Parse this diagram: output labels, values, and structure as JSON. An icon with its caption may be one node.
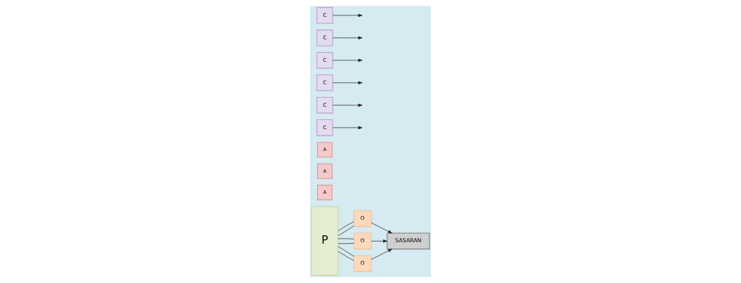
{
  "diagram": {
    "nodes": [
      {
        "text": [
          "P"
        ]
      },
      {
        "text": [
          "O"
        ]
      },
      {
        "text": [
          "O"
        ]
      },
      {
        "text": [
          "O"
        ]
      },
      {
        "text": [
          "A"
        ]
      },
      {
        "text": [
          "A"
        ]
      },
      {
        "text": [
          "A"
        ]
      },
      {
        "text": [
          "C"
        ]
      },
      {
        "text": [
          "C"
        ]
      },
      {
        "text": [
          "C"
        ]
      },
      {
        "text": [
          "SASARAN"
        ]
      },
      {
        "text": [
          "C"
        ]
      },
      {
        "text": [
          "C"
        ]
      },
      {
        "text": [
          "C"
        ]
      }
    ],
    "edges": [
      {
        "from": 0,
        "to": 1,
        "arrow": "none"
      },
      {
        "from": 0,
        "to": 1,
        "arrow": "none"
      },
      {
        "from": 0,
        "to": 2,
        "arrow": "none"
      },
      {
        "from": 0,
        "to": 2,
        "arrow": "none"
      },
      {
        "from": 0,
        "to": 3,
        "arrow": "none"
      },
      {
        "from": 0,
        "to": 3,
        "arrow": "none"
      },
      {
        "from": 1,
        "to": 10,
        "arrow": "to"
      },
      {
        "from": 2,
        "to": 10,
        "arrow": "to"
      },
      {
        "from": 3,
        "to": 10,
        "arrow": "to"
      },
      {
        "from": 7,
        "to": null,
        "arrow": "to"
      },
      {
        "from": 8,
        "to": null,
        "arrow": "to"
      },
      {
        "from": 9,
        "to": null,
        "arrow": "to"
      },
      {
        "from": 11,
        "to": null,
        "arrow": "to"
      },
      {
        "from": 12,
        "to": null,
        "arrow": "to"
      },
      {
        "from": 13,
        "to": null,
        "arrow": "to"
      }
    ]
  }
}
